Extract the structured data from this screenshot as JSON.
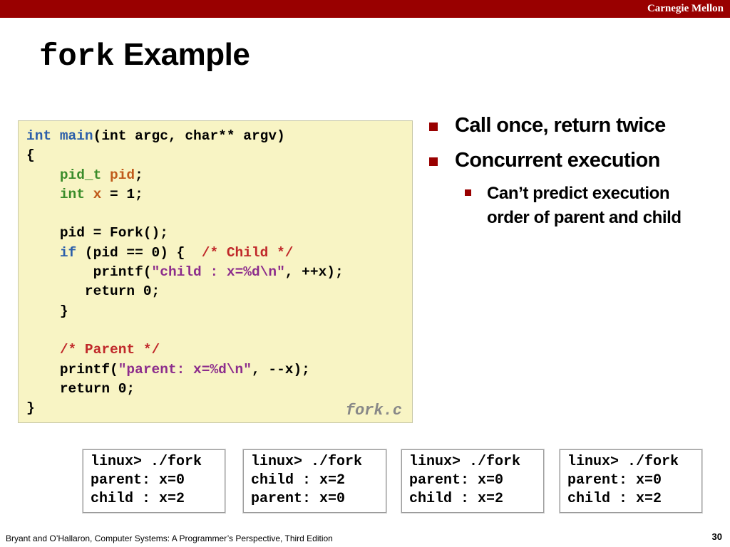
{
  "header": {
    "brand": "Carnegie Mellon"
  },
  "title": {
    "mono": "fork",
    "text": "Example"
  },
  "code": {
    "line1": {
      "kw": "int",
      "fn": "main",
      "rest": "(int argc, char** argv)"
    },
    "line2": "{",
    "line3": {
      "type": "pid_t",
      "var": "pid",
      "semi": ";"
    },
    "line4": {
      "kw": "int",
      "var": "x",
      "rest": " = 1;"
    },
    "line5": "pid = Fork();",
    "line6": {
      "kw": "if",
      "rest": " (pid == 0) {  ",
      "comment": "/* Child */"
    },
    "line7": {
      "fn": "printf(",
      "str": "\"child : x=%d\\n\"",
      "rest": ", ++x);"
    },
    "line8": "return 0;",
    "line9": "}",
    "line10": {
      "comment": "/* Parent */"
    },
    "line11": {
      "fn": "printf(",
      "str": "\"parent: x=%d\\n\"",
      "rest": ", --x);"
    },
    "line12": "return 0;",
    "line13": "}",
    "filename": "fork.c"
  },
  "bullets": [
    "Call once, return twice",
    "Concurrent execution"
  ],
  "subbullet": "Can’t predict execution order of parent and child",
  "outputs": [
    [
      "linux> ./fork",
      "parent: x=0",
      "child : x=2"
    ],
    [
      "linux> ./fork",
      "child : x=2",
      "parent: x=0"
    ],
    [
      "linux> ./fork",
      "parent: x=0",
      "child : x=2"
    ],
    [
      "linux> ./fork",
      "parent: x=0",
      "child : x=2"
    ]
  ],
  "footer": {
    "citation": "Bryant and O’Hallaron, Computer Systems: A Programmer’s Perspective, Third Edition",
    "page": "30"
  },
  "colors": {
    "accent": "#990000",
    "code_bg": "#f8f4c4",
    "keyword": "#2c5faa",
    "comment": "#c0282a",
    "string": "#8c2c8c",
    "variable": "#c05a1a",
    "type": "#3a8c2a"
  }
}
